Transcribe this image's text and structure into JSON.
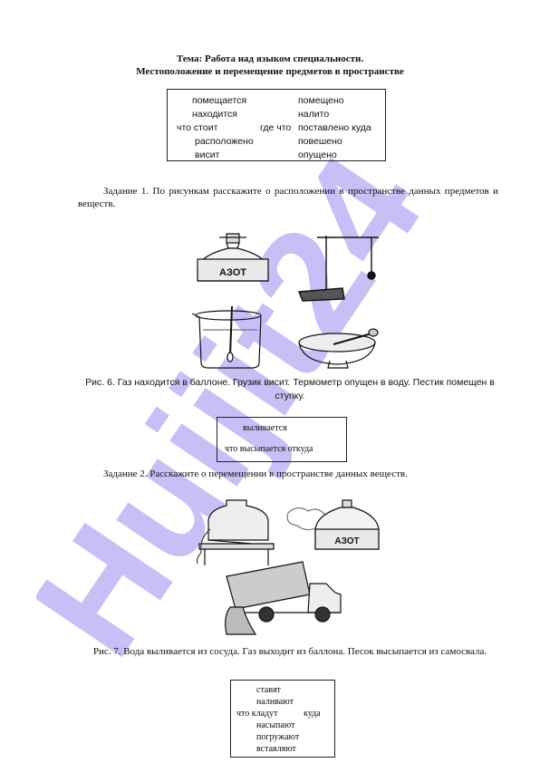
{
  "title": {
    "line1": "Тема: Работа над языком специальности.",
    "line2": "Местоположение и перемещение предметов в пространстве"
  },
  "box1": {
    "left_col": [
      "помещается",
      "находится",
      "что стоит",
      "расположено",
      "висит"
    ],
    "middle": "где что",
    "right_col": [
      "помещено",
      "налито",
      "поставлено куда",
      "повешено",
      "опущено"
    ]
  },
  "task1": "Задание 1. По рисункам расскажите о расположении в пространстве данных предметов и веществ.",
  "figure1": {
    "cylinder_label": "АЗОТ",
    "caption": "Рис. 6. Газ находится в баллоне. Грузик висит. Термометр опущен в воду. Пестик помещен в ступку."
  },
  "box2": {
    "line1": "выливается",
    "line2": "что высыпается откуда"
  },
  "task2": "Задание 2. Расскажите о перемещении в пространстве данных веществ.",
  "figure2": {
    "cylinder_label": "АЗОТ",
    "caption": "Рис. 7. Вода выливается из сосуда. Газ выходит из баллона. Песок высыпается из самосвала."
  },
  "box3": {
    "items": [
      "ставят",
      "наливают",
      "что кладут",
      "насыпают",
      "погружают",
      "вставляют"
    ],
    "where": "куда"
  },
  "watermark": {
    "text": "Huijit24",
    "color": "#b7a8f2"
  }
}
